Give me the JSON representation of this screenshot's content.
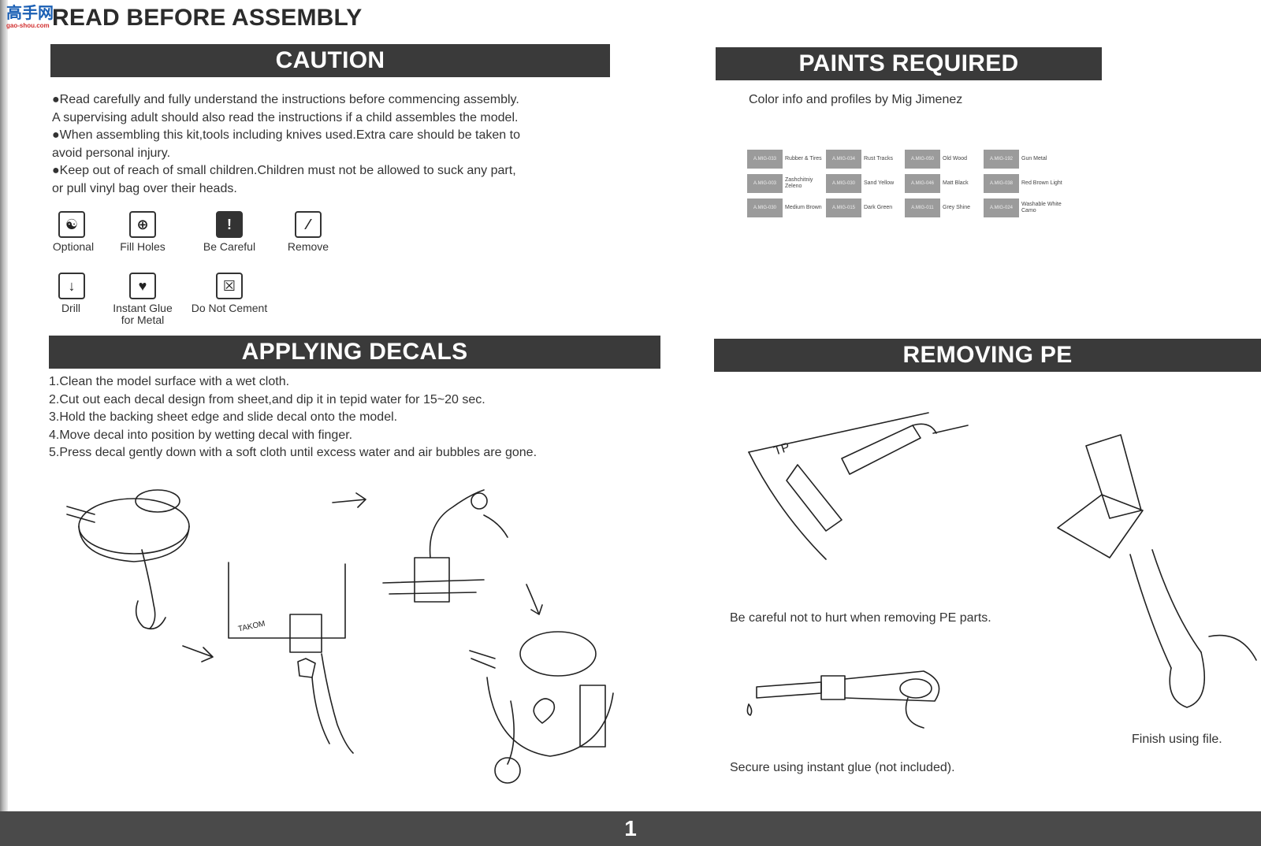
{
  "header": {
    "logo_text": "高手网",
    "logo_sub": "gao-shou.com",
    "title": "READ BEFORE ASSEMBLY"
  },
  "caution": {
    "heading": "CAUTION",
    "lines": [
      "●Read carefully and fully understand the instructions before commencing assembly.",
      "A supervising adult should also read the instructions if a child assembles the model.",
      "●When assembling this kit,tools including knives used.Extra care should be taken to",
      "avoid personal injury.",
      "●Keep out of reach of small children.Children must not be allowed to suck any part,",
      "or pull vinyl bag over their heads."
    ],
    "symbols": [
      {
        "label": "Optional",
        "icon": "yin-yang-icon"
      },
      {
        "label": "Fill Holes",
        "icon": "fill-holes-icon"
      },
      {
        "label": "Be Careful",
        "icon": "exclamation-icon"
      },
      {
        "label": "Remove",
        "icon": "knife-cut-icon"
      },
      {
        "label": "Drill",
        "icon": "drill-icon"
      },
      {
        "label": "Instant Glue\nfor Metal",
        "icon": "broken-heart-icon"
      },
      {
        "label": "Do Not Cement",
        "icon": "crossed-box-icon"
      }
    ]
  },
  "paints": {
    "heading": "PAINTS REQUIRED",
    "credit": "Color info and profiles by Mig Jimenez",
    "rows": [
      [
        {
          "code": "A.MIG-033",
          "name": "Rubber & Tires"
        },
        {
          "code": "A.MIG-034",
          "name": "Rust Tracks"
        },
        {
          "code": "A.MIG-050",
          "name": "Old Wood"
        },
        {
          "code": "A.MIG-192",
          "name": "Gun Metal"
        }
      ],
      [
        {
          "code": "A.MIG-003",
          "name": "Zashchitniy Zeleno"
        },
        {
          "code": "A.MIG-030",
          "name": "Sand Yellow"
        },
        {
          "code": "A.MIG-046",
          "name": "Matt Black"
        },
        {
          "code": "A.MIG-038",
          "name": "Red Brown Light"
        }
      ],
      [
        {
          "code": "A.MIG-030",
          "name": "Medium Brown"
        },
        {
          "code": "A.MIG-015",
          "name": "Dark Green"
        },
        {
          "code": "A.MIG-011",
          "name": "Grey Shine"
        },
        {
          "code": "A.MIG-024",
          "name": "Washable White Camo"
        }
      ]
    ]
  },
  "decals": {
    "heading": "APPLYING DECALS",
    "steps": [
      "1.Clean the model surface with a wet cloth.",
      "2.Cut out each decal design from sheet,and dip it in tepid water for 15~20 sec.",
      "3.Hold the backing sheet edge and slide decal onto the model.",
      "4.Move decal into position by wetting decal with finger.",
      "5.Press decal gently down with a soft cloth until excess water and air bubbles are gone."
    ],
    "sheet_brand": "TAKOM"
  },
  "pe": {
    "heading": "REMOVING PE",
    "caption_careful": "Be careful not to hurt when removing PE parts.",
    "caption_glue": "Secure using instant glue (not included).",
    "caption_file": "Finish using file.",
    "frame_mark": "TP"
  },
  "footer": {
    "page_number": "1"
  }
}
